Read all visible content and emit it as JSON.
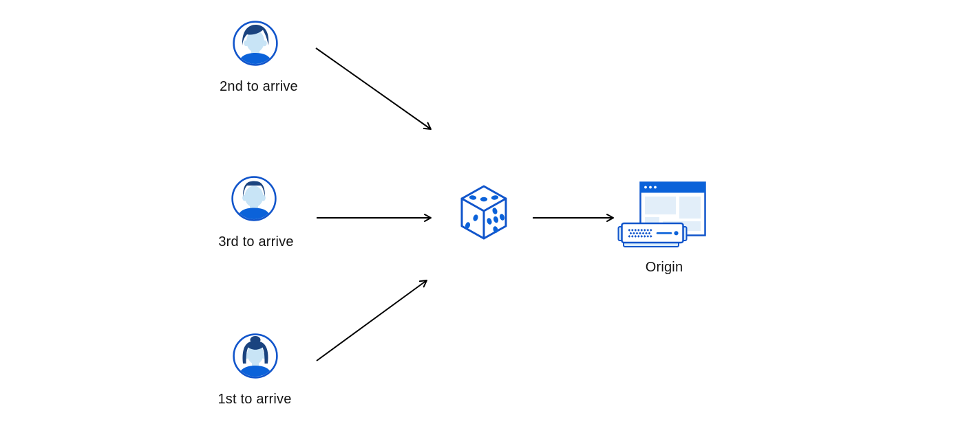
{
  "diagram": {
    "users": [
      {
        "label": "2nd to arrive",
        "icon": "user-avatar-male-swept-hair-icon"
      },
      {
        "label": "3rd to arrive",
        "icon": "user-avatar-male-short-hair-icon"
      },
      {
        "label": "1st to arrive",
        "icon": "user-avatar-female-bun-icon"
      }
    ],
    "router": {
      "icon": "dice-icon"
    },
    "origin": {
      "label": "Origin",
      "icon": "origin-server-browser-icon"
    },
    "arrows": [
      {
        "from": "user-2nd",
        "to": "dice"
      },
      {
        "from": "user-3rd",
        "to": "dice"
      },
      {
        "from": "user-1st",
        "to": "dice"
      },
      {
        "from": "dice",
        "to": "origin"
      }
    ],
    "colors": {
      "accent_blue": "#0b62d9",
      "stroke_blue": "#1155cb",
      "hair_navy": "#1a437f",
      "face_light_blue": "#c8e4f6",
      "panel_light_blue": "#e2eef9",
      "bracket_light_blue": "#d9ecfa",
      "arrow_black": "#000000",
      "text_black": "#121212",
      "background": "#ffffff"
    }
  }
}
